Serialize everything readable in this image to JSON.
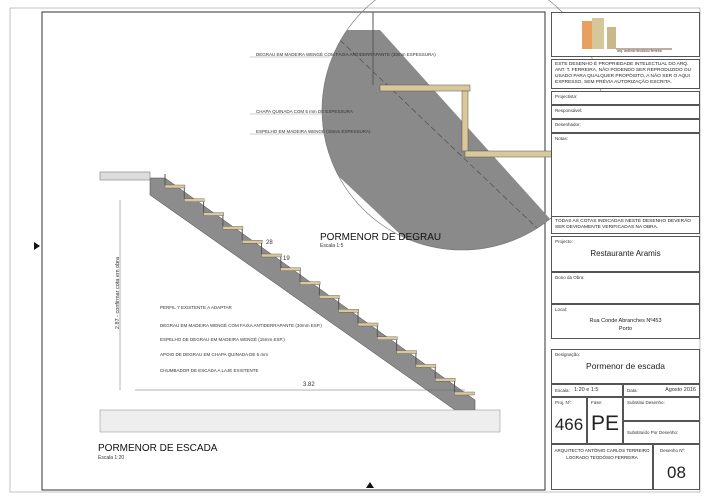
{
  "logo_text": "arq. antónio teodósio ferreira",
  "copyright": "ESTE DESENHO É PROPRIEDADE INTELECTUAL DO ARQ. ANT. T. FERREIRA, NÃO PODENDO SER REPRODUZIDO OU USADO PARA QUALQUER PROPÓSITO, A NÃO SER O AQUI EXPRESSO, SEM PRÉVIA AUTORIZAÇÃO ESCRITA.",
  "fields": {
    "projectista": "Projectista:",
    "responsavel": "Responsável:",
    "desenhador": "Desenhador:",
    "notas": "Notas:"
  },
  "notice": "TODAS AS COTAS INDICADAS NESTE DESENHO DEVERÃO SER DEVIDAMENTE VERIFICADAS NA OBRA.",
  "projecto": {
    "label": "Projecto:",
    "value": "Restaurante Aramis"
  },
  "dono": {
    "label": "Dono da Obra:"
  },
  "local": {
    "label": "Local:",
    "line1": "Rua Conde Abranches Nº453",
    "line2": "Porto"
  },
  "designacao": {
    "label": "Designação:",
    "value": "Pormenor de escada"
  },
  "escala": {
    "label": "Escala:",
    "value": "1:20 e 1:5"
  },
  "data": {
    "label": "Data:",
    "value": "Agosto 2016"
  },
  "proj_n": {
    "label": "Proj. Nº:",
    "value": "466"
  },
  "fase": {
    "label": "Fase:",
    "value": "PE"
  },
  "substitui": "Substitui Desenho:",
  "substituido": "Substituído Por Desenho:",
  "author": {
    "line1": "ARQUITECTO ANTÓNIO CARLOS TERREIRO",
    "line2": "LOGRADO TEODÓSIO FERREIRA"
  },
  "desenho": {
    "label": "Desenho Nº:",
    "value": "08"
  },
  "detail": {
    "title": "PORMENOR DE DEGRAU",
    "scale": "Escala 1:5",
    "notes": [
      "DEGRAU EM MADEIRA WENGÉ COM FAIXA ANTIDERRAPANTE (30mm ESPESSURA)",
      "CHAPA QUINADA COM 5 mm DE ESPESSURA",
      "ESPELHO EM MADEIRA WENGÉ (15mm ESPESSURA)"
    ],
    "dim_tread": "28",
    "dim_riser": "19"
  },
  "stair": {
    "title": "PORMENOR DE ESCADA",
    "scale": "Escala 1:20",
    "notes": [
      "PERFIL 'I' EXISTENTE A ADAPTAR",
      "DEGRAU EM MADEIRA WENGÉ COM FAIXA ANTIDERRAPANTE (30mm ESP.)",
      "ESPELHO DE DEGRAU EM MADEIRA WENGÉ (15mm ESP.)",
      "APOIO DE DEGRAU EM CHAPA QUINADA DE 5 mm",
      "CHUMBADOR DE ESCADA A LAJE EXISTENTE"
    ],
    "height": "2.87 - confirmar cota em obra",
    "length": "3.82"
  }
}
